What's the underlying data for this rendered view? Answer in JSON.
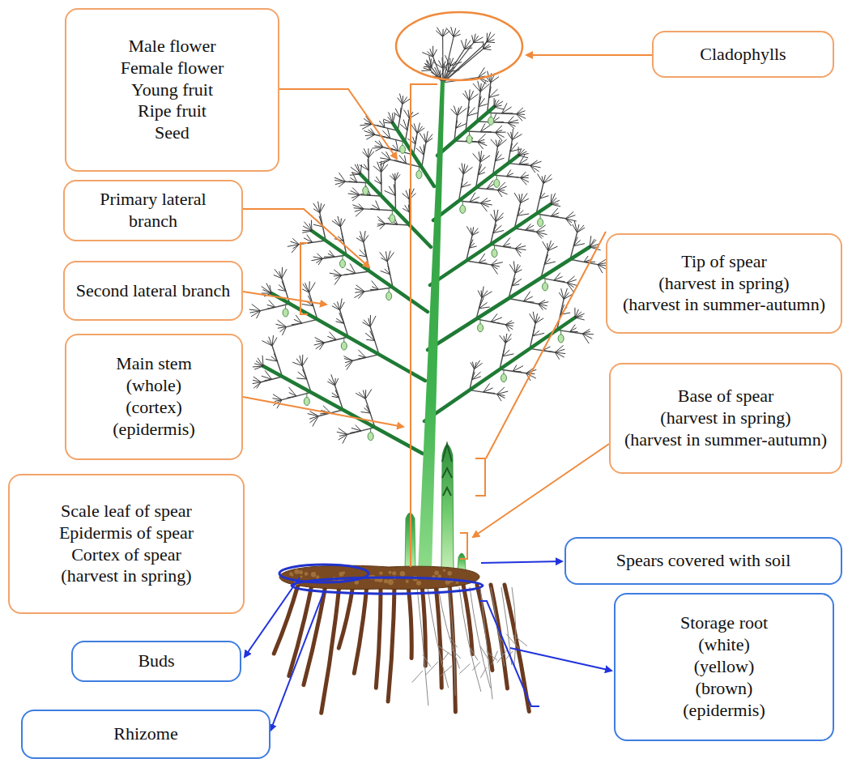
{
  "diagram": {
    "nodes": [
      {
        "text": [
          "Male flower",
          "Female flower",
          "Young fruit",
          "Ripe fruit",
          "Seed"
        ]
      },
      {
        "text": [
          "Cladophylls"
        ]
      },
      {
        "text": [
          "Primary lateral branch"
        ]
      },
      {
        "text": [
          "Tip of spear",
          "(harvest in spring)",
          "(harvest in summer-autumn)"
        ]
      },
      {
        "text": [
          "Second lateral branch"
        ]
      },
      {
        "text": [
          "Main stem",
          "(whole)",
          "(cortex)",
          "(epidermis)"
        ]
      },
      {
        "text": [
          "Base of spear",
          "(harvest in spring)",
          "(harvest in summer-autumn)"
        ]
      },
      {
        "text": [
          "Scale leaf of spear",
          "Epidermis of spear",
          "Cortex of spear",
          "(harvest in spring)"
        ]
      },
      {
        "text": [
          "Spears covered with soil"
        ]
      },
      {
        "text": [
          "Storage root",
          "(white)",
          "(yellow)",
          "(brown)",
          "(epidermis)"
        ]
      },
      {
        "text": [
          "Buds"
        ]
      },
      {
        "text": [
          "Rhizome"
        ]
      }
    ]
  }
}
